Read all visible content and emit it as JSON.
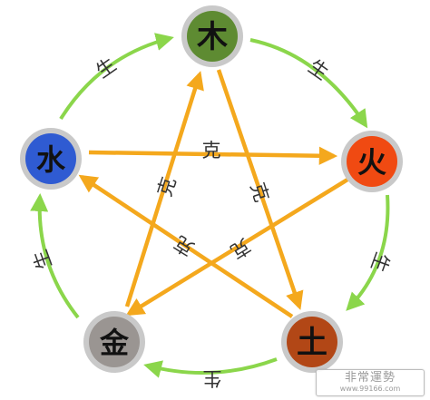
{
  "colors": {
    "generating_arrow": "#8bd64b",
    "overcoming_arrow": "#f4a81d",
    "ring_border": "#c9c9c9",
    "glyph_ink": "#111111"
  },
  "elements": [
    {
      "id": "wood",
      "glyph": "木",
      "icon": "wood-seal-glyph",
      "fill": "#5e8b32"
    },
    {
      "id": "fire",
      "glyph": "火",
      "icon": "fire-seal-glyph",
      "fill": "#f04a12"
    },
    {
      "id": "earth",
      "glyph": "土",
      "icon": "earth-seal-glyph",
      "fill": "#b24716"
    },
    {
      "id": "metal",
      "glyph": "金",
      "icon": "metal-seal-glyph",
      "fill": "#9a9592"
    },
    {
      "id": "water",
      "glyph": "水",
      "icon": "water-seal-glyph",
      "fill": "#2f5bd2"
    }
  ],
  "generating_cycle": {
    "label": "生",
    "edges": [
      {
        "from": "wood",
        "to": "fire"
      },
      {
        "from": "fire",
        "to": "earth"
      },
      {
        "from": "earth",
        "to": "metal"
      },
      {
        "from": "metal",
        "to": "water"
      },
      {
        "from": "water",
        "to": "wood"
      }
    ]
  },
  "overcoming_cycle": {
    "label": "克",
    "edges": [
      {
        "from": "wood",
        "to": "earth"
      },
      {
        "from": "earth",
        "to": "water"
      },
      {
        "from": "water",
        "to": "fire"
      },
      {
        "from": "fire",
        "to": "metal"
      },
      {
        "from": "metal",
        "to": "wood"
      }
    ]
  },
  "watermark": {
    "title": "非常運勢",
    "url": "www.99166.com"
  }
}
